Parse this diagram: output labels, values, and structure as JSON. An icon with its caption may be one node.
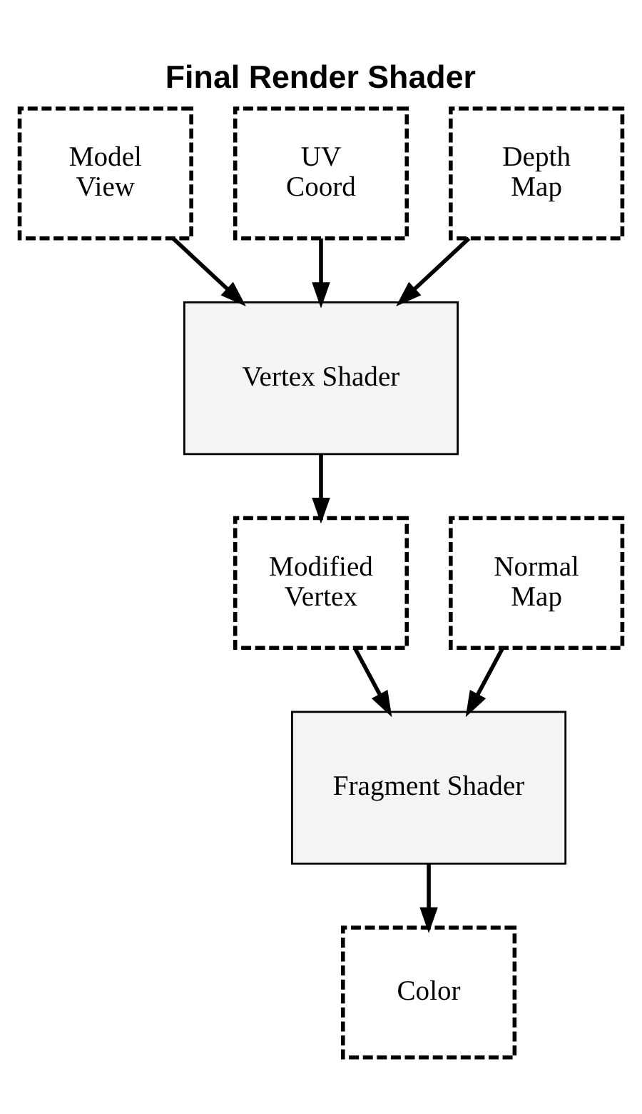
{
  "diagram": {
    "title": "Final Render Shader",
    "nodes": [
      {
        "text": [
          "Model View"
        ]
      },
      {
        "text": [
          "UV Coord"
        ]
      },
      {
        "text": [
          "Depth Map"
        ]
      },
      {
        "text": [
          "Vertex Shader"
        ]
      },
      {
        "text": [
          "Modified Vertex"
        ]
      },
      {
        "text": [
          "Normal Map"
        ]
      },
      {
        "text": [
          "Fragment Shader"
        ]
      },
      {
        "text": [
          "Color"
        ]
      }
    ],
    "edges": [
      {
        "from": 0,
        "to": 3,
        "arrow": "to"
      },
      {
        "from": 1,
        "to": 3,
        "arrow": "to"
      },
      {
        "from": 2,
        "to": 3,
        "arrow": "to"
      },
      {
        "from": 3,
        "to": 4,
        "arrow": "to"
      },
      {
        "from": 4,
        "to": 6,
        "arrow": "to"
      },
      {
        "from": 5,
        "to": 6,
        "arrow": "to"
      },
      {
        "from": 6,
        "to": 7,
        "arrow": "to"
      }
    ]
  }
}
